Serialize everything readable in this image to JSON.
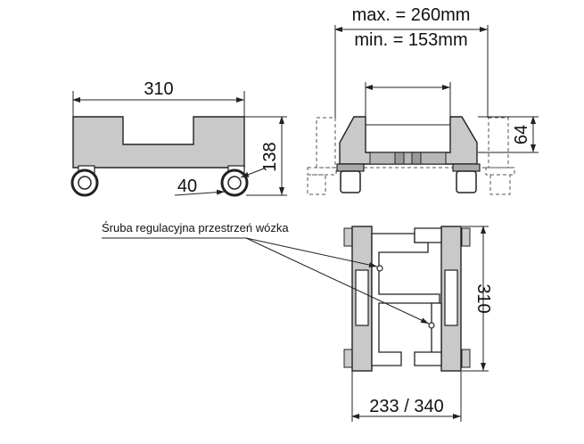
{
  "labels": {
    "max_width": "max. = 260mm",
    "min_width": "min. = 153mm",
    "length_top": "310",
    "height": "138",
    "wheel": "40",
    "rail_height": "64",
    "depth": "310",
    "width": "233 / 340",
    "callout": "Śruba regulacyjna przestrzeń wózka"
  },
  "colors": {
    "part_fill": "#c9c9c9",
    "line": "#222222"
  }
}
